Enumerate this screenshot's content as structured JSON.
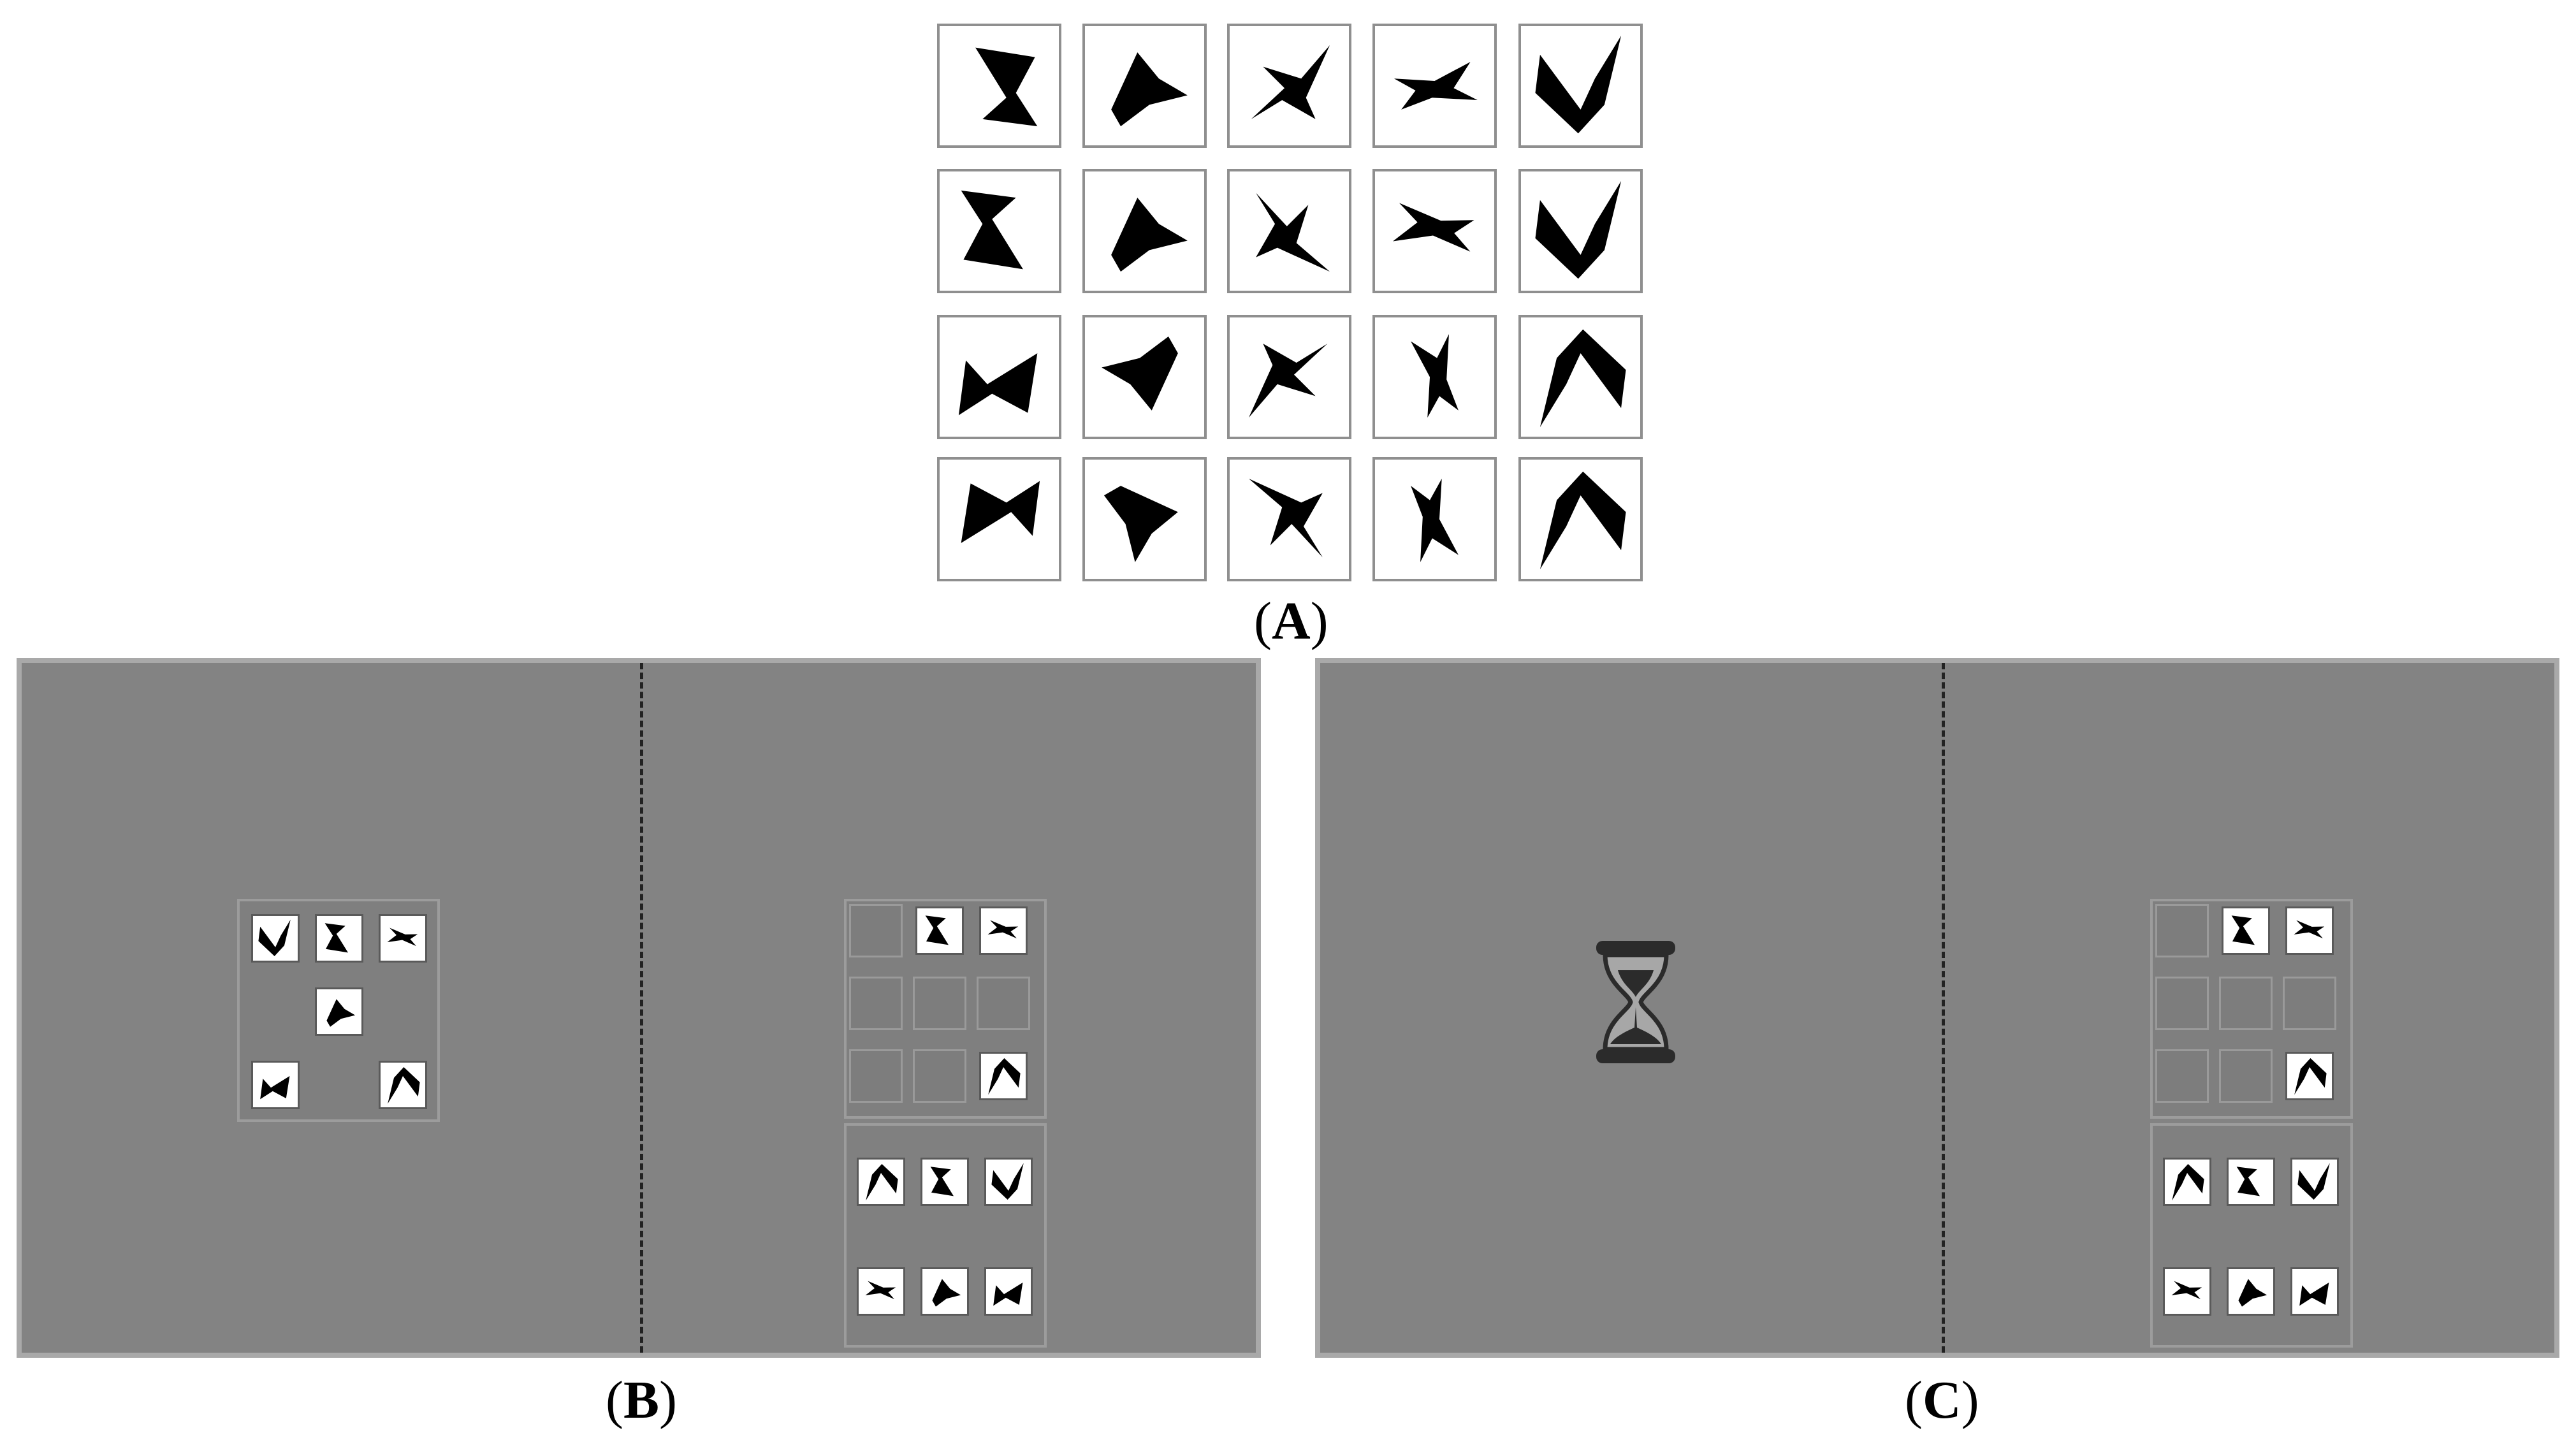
{
  "figure": {
    "panel_labels": {
      "a": {
        "open": "(",
        "letter": "A",
        "close": ")"
      },
      "b": {
        "open": "(",
        "letter": "B",
        "close": ")"
      },
      "c": {
        "open": "(",
        "letter": "C",
        "close": ")"
      }
    },
    "colors": {
      "screen_background": "#838383",
      "screen_border": "#a9a9a9",
      "stimulus_fill": "#000000",
      "card_background": "#ffffff",
      "divider": "#222222"
    }
  },
  "panel_a": {
    "rows": 4,
    "columns": 5,
    "stimulus": "black-abstract-polygon-on-white-card"
  },
  "panel_b": {
    "memory_grid": {
      "rows": 3,
      "columns": 3,
      "filled_slots": 6
    },
    "response_grid": {
      "rows": 3,
      "columns": 3,
      "filled_slots": 3
    },
    "response_pool": {
      "rows": 2,
      "columns": 3
    }
  },
  "panel_c": {
    "left_icon": "hourglass-icon",
    "response_grid": {
      "rows": 3,
      "columns": 3,
      "filled_slots": 3
    },
    "response_pool": {
      "rows": 2,
      "columns": 3
    }
  }
}
